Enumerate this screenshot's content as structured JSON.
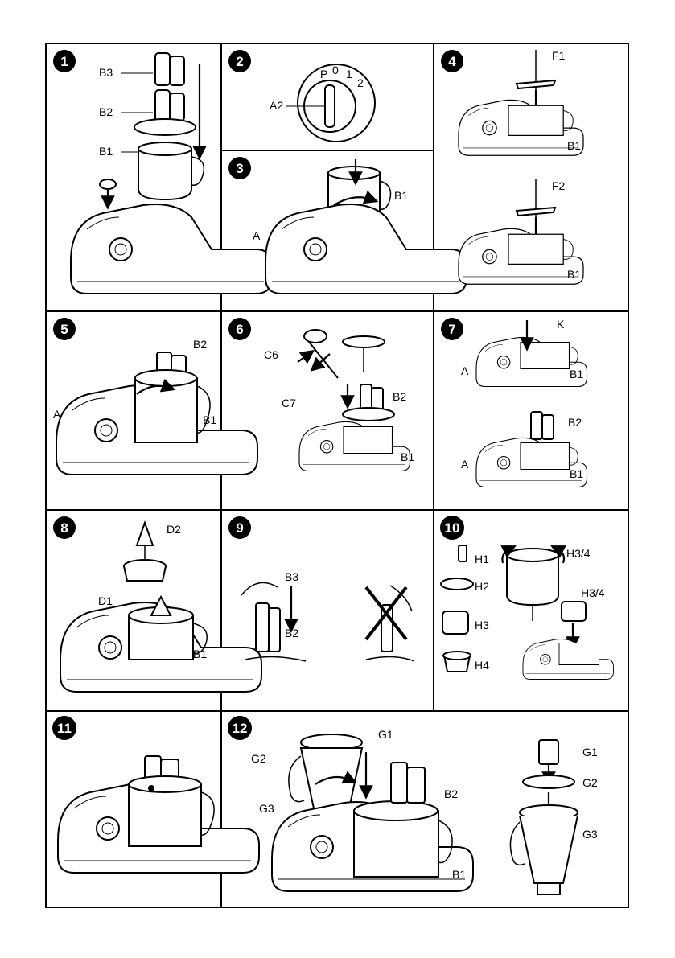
{
  "panels": [
    {
      "number": "1",
      "labels": [
        "B3",
        "B2",
        "B1"
      ]
    },
    {
      "number": "2",
      "labels": [
        "A2"
      ]
    },
    {
      "number": "3",
      "labels": [
        "A",
        "B1"
      ]
    },
    {
      "number": "4",
      "labels": [
        "F1",
        "B1",
        "F2",
        "B1"
      ]
    },
    {
      "number": "5",
      "labels": [
        "B2",
        "A",
        "B1"
      ]
    },
    {
      "number": "6",
      "labels": [
        "C6",
        "C7",
        "B2",
        "B1"
      ]
    },
    {
      "number": "7",
      "labels": [
        "K",
        "A",
        "B1",
        "B2",
        "A",
        "B1"
      ]
    },
    {
      "number": "8",
      "labels": [
        "D2",
        "D1",
        "B1"
      ]
    },
    {
      "number": "9",
      "labels": [
        "B3",
        "B2"
      ]
    },
    {
      "number": "10",
      "labels": [
        "H1",
        "H3/4",
        "H2",
        "H3/4",
        "H3",
        "H4"
      ]
    },
    {
      "number": "11",
      "labels": []
    },
    {
      "number": "12",
      "labels": [
        "G1",
        "G2",
        "G3",
        "B2",
        "B1",
        "G1",
        "G2",
        "G3"
      ]
    }
  ],
  "dial": {
    "ticks": [
      "P",
      "0",
      "1",
      "2"
    ]
  }
}
